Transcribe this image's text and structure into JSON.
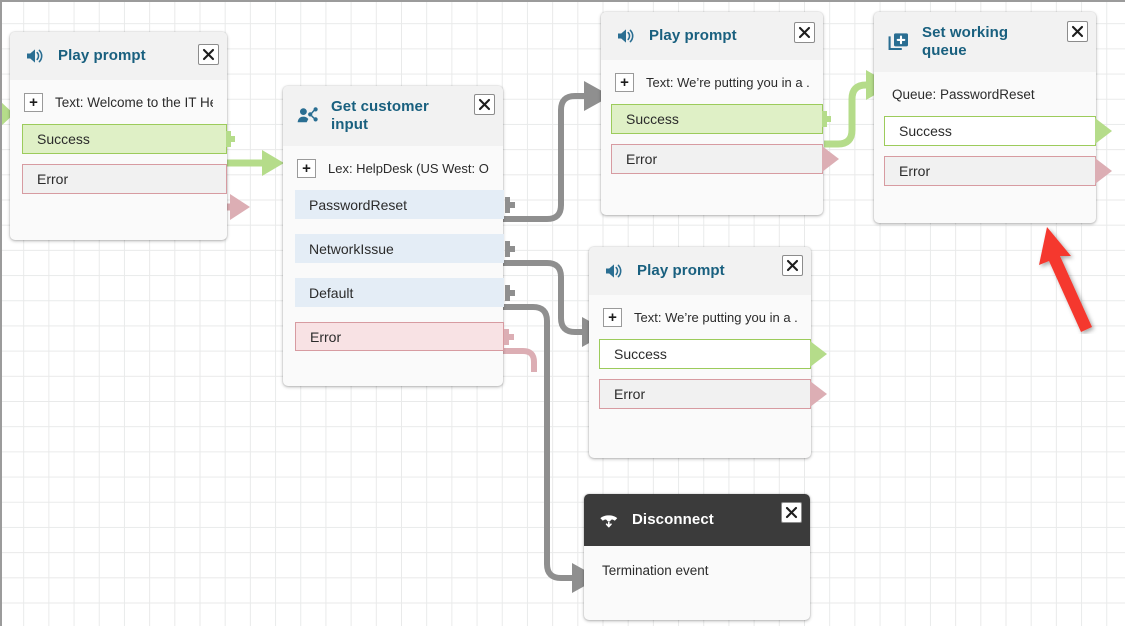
{
  "canvas": {
    "grid": "25px",
    "background_color": "#ffffff",
    "grid_color": "#e9eaea"
  },
  "colors": {
    "title_blue": "#19607f",
    "success_green_border": "#9ccb5b",
    "success_green_fill": "#dff0c6",
    "error_pink_border": "#d79ba1",
    "error_row_fill": "#f1f1f1",
    "option_blue_fill": "#e4edf6",
    "connector_gray": "#8f8f8f",
    "connector_green": "#b5dc8a",
    "connector_pink": "#dcaeb4",
    "annotation_red": "#f5372f",
    "header_gray": "#f2f2f2",
    "header_dark": "#3b3b3b"
  },
  "nodes": [
    {
      "id": "play-prompt-welcome",
      "title": "Play prompt",
      "icon": "speaker-icon",
      "close_label": "✕",
      "param": {
        "prefix": "+",
        "text": "Text: Welcome to the IT Hel..."
      },
      "branches": [
        {
          "label": "Success",
          "style": "success-filled"
        },
        {
          "label": "Error",
          "style": "error"
        }
      ]
    },
    {
      "id": "get-customer-input",
      "title": "Get customer input",
      "icon": "customer-input-icon",
      "close_label": "✕",
      "param": {
        "prefix": "+",
        "text": "Lex: HelpDesk (US West: O..."
      },
      "branches": [
        {
          "label": "PasswordReset",
          "style": "option"
        },
        {
          "label": "NetworkIssue",
          "style": "option"
        },
        {
          "label": "Default",
          "style": "option"
        },
        {
          "label": "Error",
          "style": "error-filled"
        }
      ]
    },
    {
      "id": "play-prompt-hold-top",
      "title": "Play prompt",
      "icon": "speaker-icon",
      "close_label": "✕",
      "param": {
        "prefix": "+",
        "text": "Text: We’re putting you in a ..."
      },
      "branches": [
        {
          "label": "Success",
          "style": "success-filled"
        },
        {
          "label": "Error",
          "style": "error"
        }
      ]
    },
    {
      "id": "set-working-queue",
      "title": "Set working queue",
      "icon": "set-queue-icon",
      "close_label": "✕",
      "param": {
        "prefix": "",
        "text": "Queue: PasswordReset"
      },
      "branches": [
        {
          "label": "Success",
          "style": "success-plain"
        },
        {
          "label": "Error",
          "style": "error"
        }
      ]
    },
    {
      "id": "play-prompt-hold-mid",
      "title": "Play prompt",
      "icon": "speaker-icon",
      "close_label": "✕",
      "param": {
        "prefix": "+",
        "text": "Text: We’re putting you in a ..."
      },
      "branches": [
        {
          "label": "Success",
          "style": "success-plain"
        },
        {
          "label": "Error",
          "style": "error"
        }
      ]
    },
    {
      "id": "disconnect",
      "title": "Disconnect",
      "icon": "phone-down-icon",
      "close_label": "✕",
      "param": {
        "prefix": "",
        "text": "Termination event"
      },
      "branches": []
    }
  ],
  "annotation": {
    "type": "arrow",
    "color": "#f5372f",
    "points_to": "set-working-queue"
  }
}
